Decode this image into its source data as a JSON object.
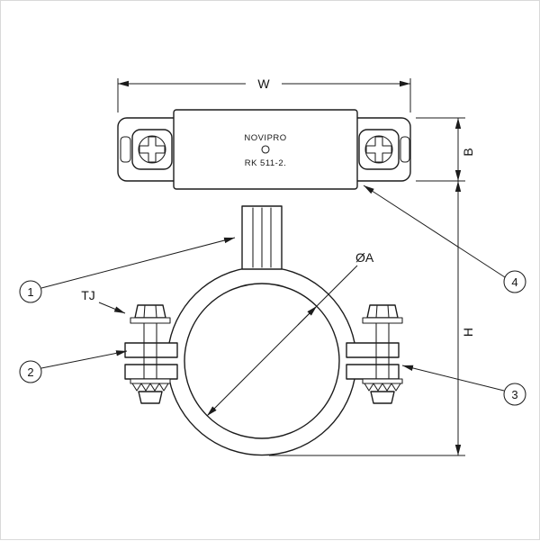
{
  "drawing": {
    "product": {
      "brand": "NOVIPRO",
      "model": "RK 511-2."
    },
    "dimensions": {
      "width": "W",
      "depth": "B",
      "height": "H",
      "diameter": "ØA",
      "torque": "TJ"
    },
    "callouts": {
      "c1": "1",
      "c2": "2",
      "c3": "3",
      "c4": "4"
    },
    "colors": {
      "line": "#1c1c1c",
      "background": "#ffffff",
      "frame_border": "#d9d9d9"
    }
  }
}
